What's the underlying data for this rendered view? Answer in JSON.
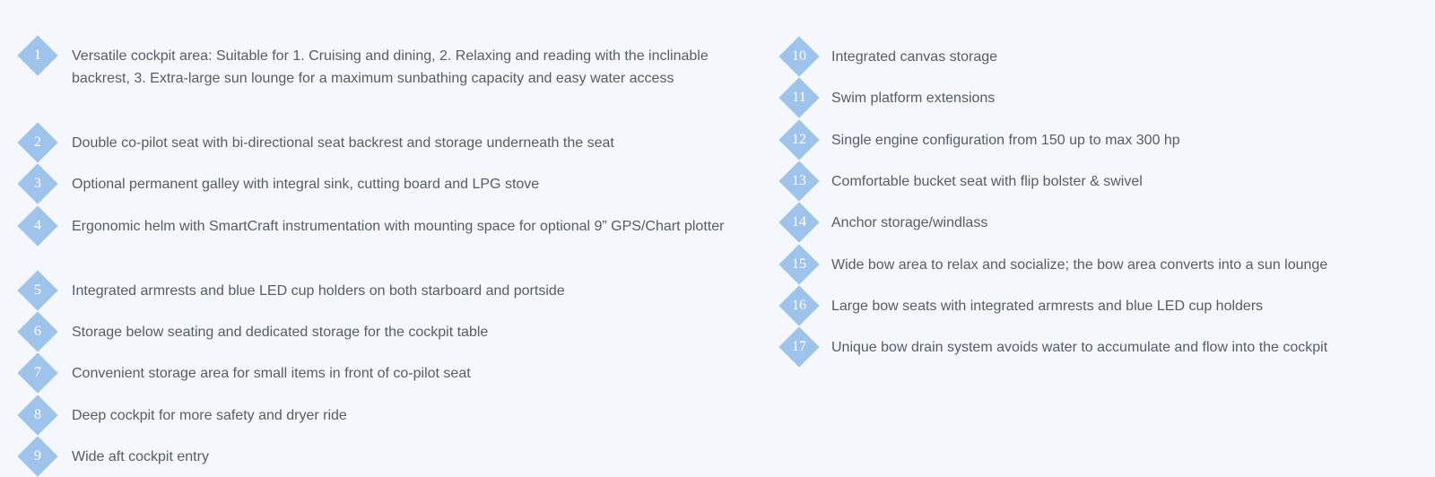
{
  "colors": {
    "marker": "#9fc4eb",
    "marker_text": "#ffffff",
    "text": "#575d66",
    "background": "#f4f7fb"
  },
  "features": {
    "left": [
      {
        "num": "1",
        "text": "Versatile cockpit area: Suitable for 1. Cruising and dining, 2. Relaxing and reading with the inclinable backrest, 3. Extra-large sun lounge for a maximum sunbathing capacity and easy water access"
      },
      {
        "num": "2",
        "text": "Double co-pilot seat with bi-directional seat backrest and storage underneath the seat"
      },
      {
        "num": "3",
        "text": "Optional permanent galley with integral sink, cutting board and LPG stove"
      },
      {
        "num": "4",
        "text": "Ergonomic helm with SmartCraft instrumentation with mounting space for optional 9” GPS/Chart plotter"
      },
      {
        "num": "5",
        "text": "Integrated armrests and blue LED cup holders on both starboard and portside"
      },
      {
        "num": "6",
        "text": "Storage below seating and dedicated storage for the cockpit table"
      },
      {
        "num": "7",
        "text": "Convenient storage area for small items in front of co-pilot seat"
      },
      {
        "num": "8",
        "text": "Deep cockpit for more safety and dryer ride"
      },
      {
        "num": "9",
        "text": "Wide aft cockpit entry"
      }
    ],
    "right": [
      {
        "num": "10",
        "text": "Integrated canvas storage"
      },
      {
        "num": "11",
        "text": "Swim platform extensions"
      },
      {
        "num": "12",
        "text": "Single engine configuration from 150 up to max 300 hp"
      },
      {
        "num": "13",
        "text": "Comfortable bucket seat with flip bolster & swivel"
      },
      {
        "num": "14",
        "text": "Anchor storage/windlass"
      },
      {
        "num": "15",
        "text": "Wide bow area to relax and socialize; the bow area converts into a sun lounge"
      },
      {
        "num": "16",
        "text": "Large bow seats with integrated armrests and blue LED cup holders"
      },
      {
        "num": "17",
        "text": "Unique bow drain system avoids water to accumulate and flow into the cockpit"
      }
    ]
  }
}
